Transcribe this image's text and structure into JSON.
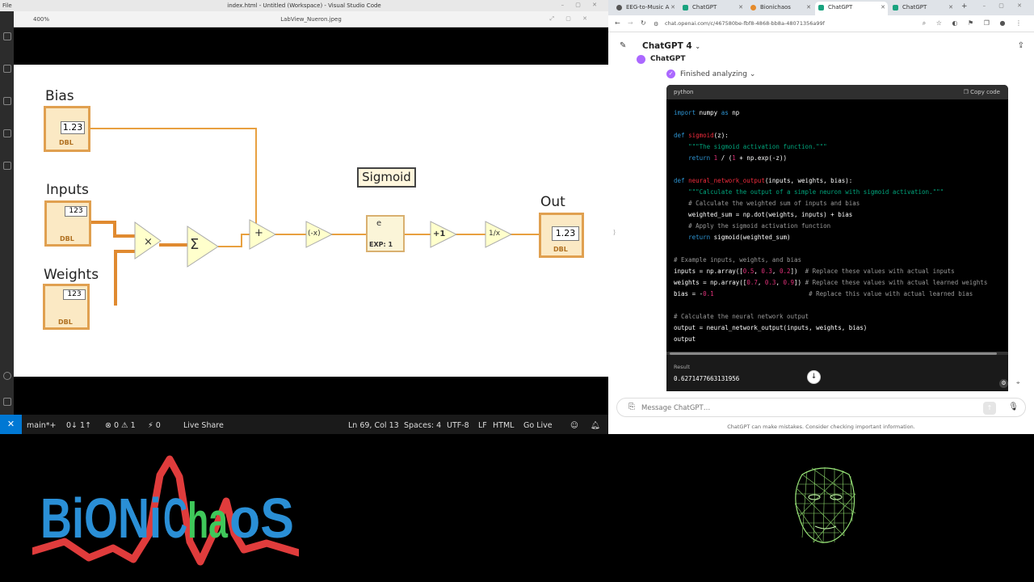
{
  "vscode": {
    "menu_file": "File",
    "window_title": "index.html - Untitled (Workspace) - Visual Studio Code",
    "image_tab": "LabView_Nueron.jpeg",
    "zoom": "400%",
    "status": {
      "branch": "main*+",
      "sync": "0↓ 1↑",
      "problems": "⊗ 0 ⚠ 1",
      "ports": "⚡ 0",
      "live_share": "Live Share",
      "position": "Ln 69, Col 13",
      "spaces": "Spaces: 4",
      "encoding": "UTF-8",
      "eol": "LF",
      "language": "HTML",
      "go_live": "Go Live"
    }
  },
  "diagram": {
    "bias_label": "Bias",
    "bias_value": "1.23",
    "inputs_label": "Inputs",
    "weights_label": "Weights",
    "array_value": "123",
    "dbl": "DBL",
    "sigmoid_label": "Sigmoid",
    "out_label": "Out",
    "out_value": "1.23",
    "exp_label": "EXP: 1",
    "exp_e": "e",
    "neg_label": "(-x)",
    "plus1_label": "+1",
    "recip_label": "1/x",
    "mult_label": "×",
    "sum_label": "Σ",
    "add_label": "+"
  },
  "chrome": {
    "tabs": [
      {
        "label": "EEG-to-Music A",
        "active": false
      },
      {
        "label": "ChatGPT",
        "active": false
      },
      {
        "label": "Bionichaos",
        "active": false
      },
      {
        "label": "ChatGPT",
        "active": true
      },
      {
        "label": "ChatGPT",
        "active": false
      }
    ],
    "url": "chat.openai.com/c/467580be-fbf8-4868-bb8a-48071356a99f",
    "model": "ChatGPT 4",
    "author": "ChatGPT",
    "status": "Finished analyzing",
    "code_lang": "python",
    "copy_code": "Copy code",
    "result_label": "Result",
    "result_value": "0.6271477663131956",
    "message_placeholder": "Message ChatGPT…",
    "disclaimer": "ChatGPT can make mistakes. Consider checking important information."
  },
  "code_lines": [
    "import numpy as np",
    "",
    "def sigmoid(z):",
    "    \"\"\"The sigmoid activation function.\"\"\"",
    "    return 1 / (1 + np.exp(-z))",
    "",
    "def neural_network_output(inputs, weights, bias):",
    "    \"\"\"Calculate the output of a simple neuron with sigmoid activation.\"\"\"",
    "    # Calculate the weighted sum of inputs and bias",
    "    weighted_sum = np.dot(weights, inputs) + bias",
    "    # Apply the sigmoid activation function",
    "    return sigmoid(weighted_sum)",
    "",
    "# Example inputs, weights, and bias",
    "inputs = np.array([0.5, 0.3, 0.2])  # Replace these values with actual inputs",
    "weights = np.array([0.7, 0.3, 0.9]) # Replace these values with actual learned weights",
    "bias = -0.1                          # Replace this value with actual learned bias",
    "",
    "# Calculate the neural network output",
    "output = neural_network_output(inputs, weights, bias)",
    "output"
  ],
  "branding": {
    "logo_text": "BiONiChaoS"
  }
}
